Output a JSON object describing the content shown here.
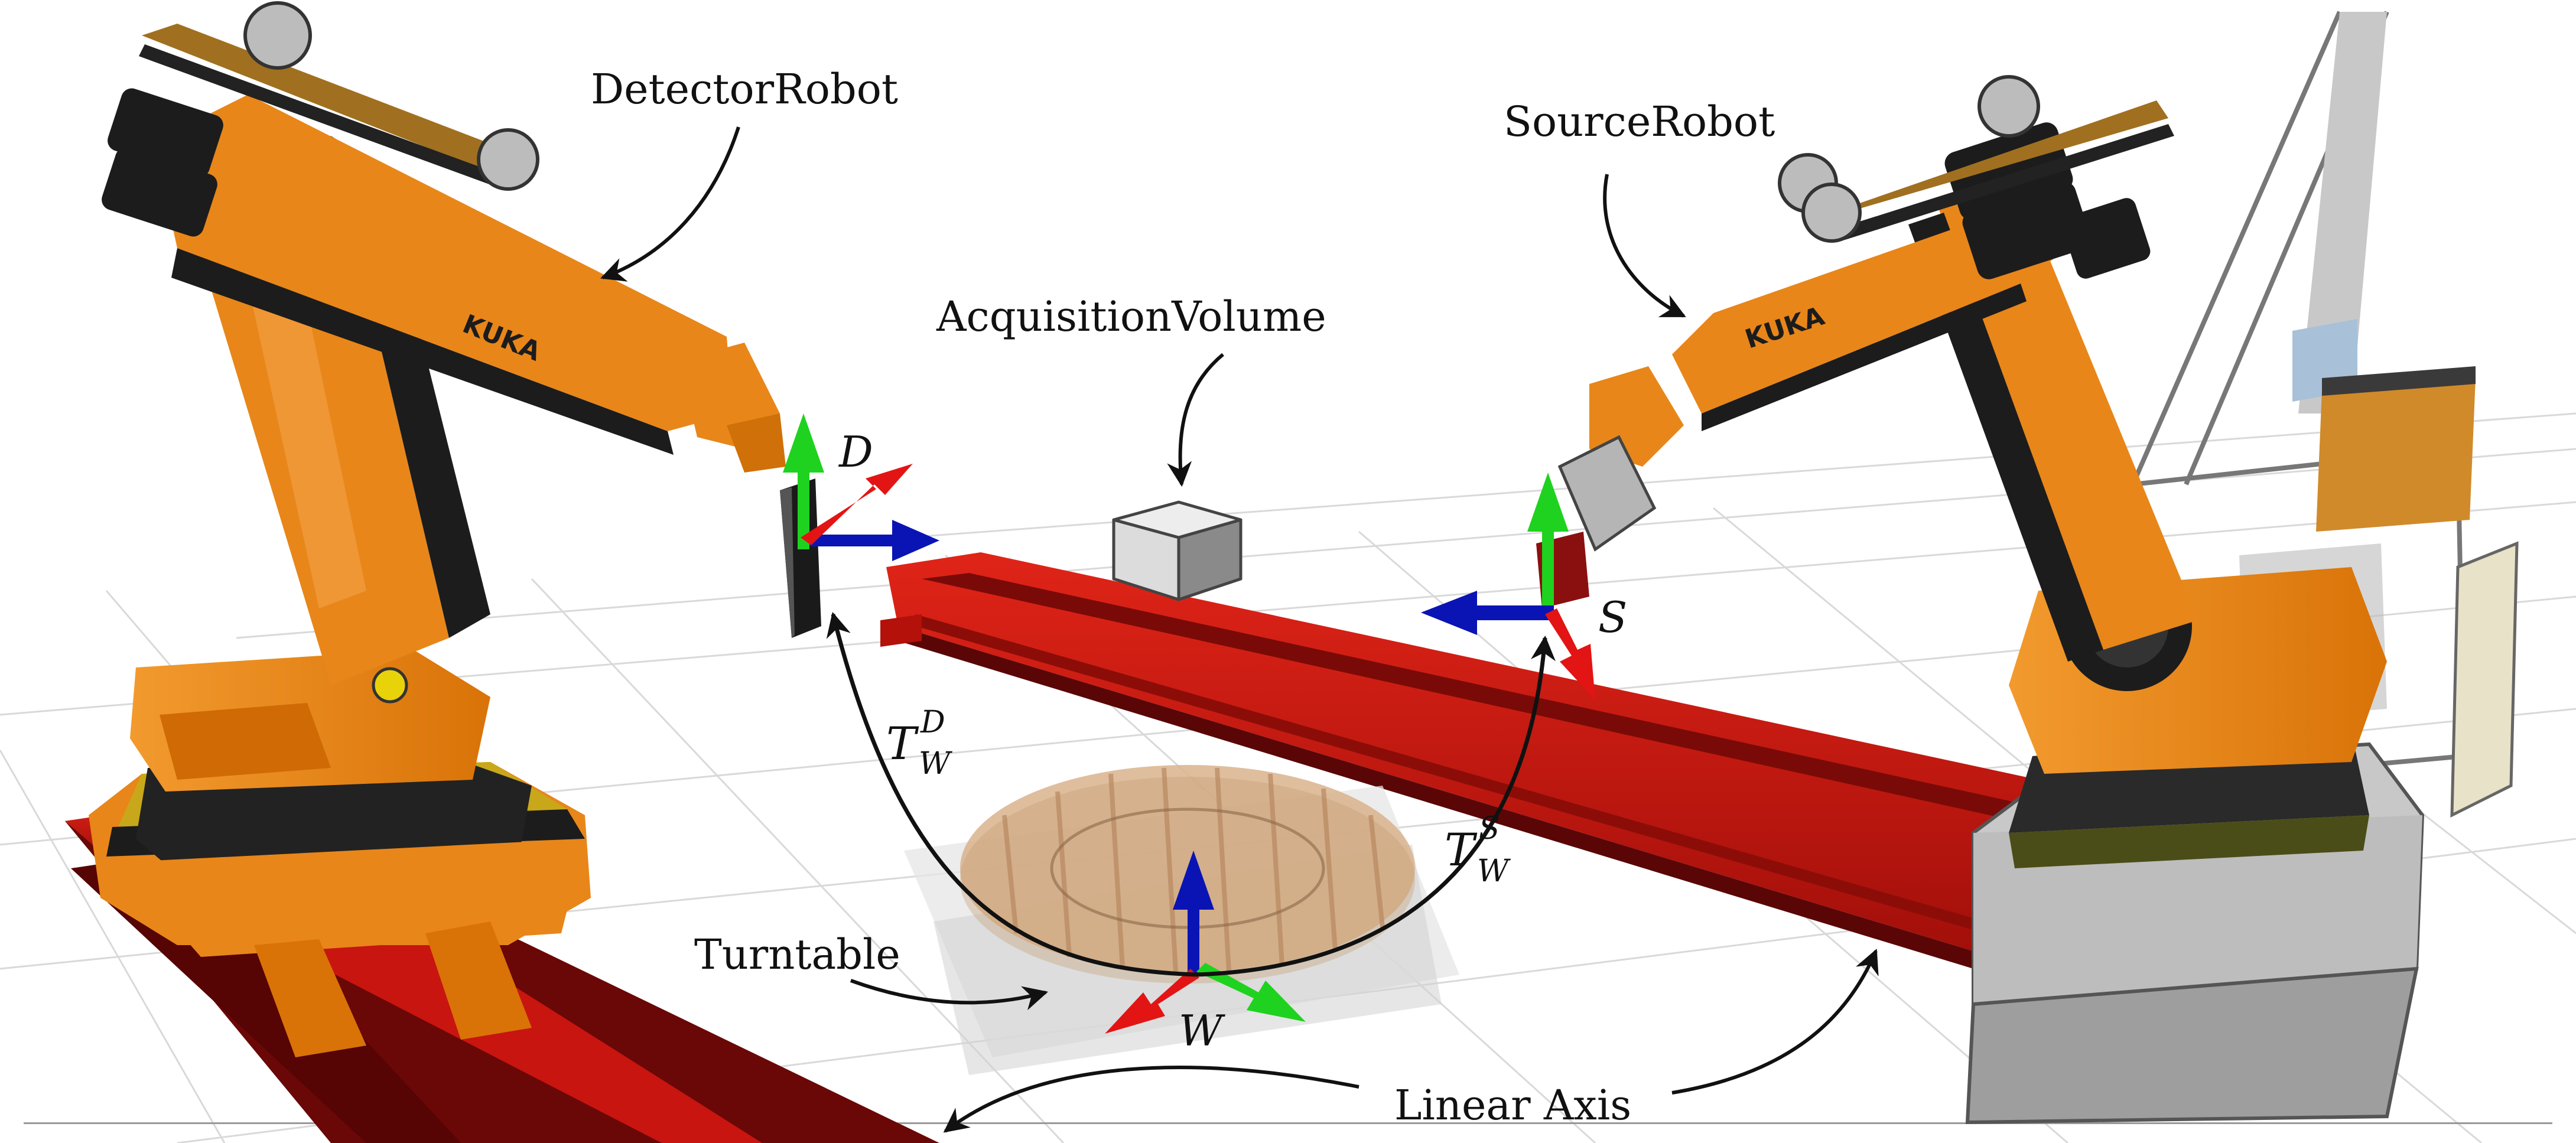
{
  "labels": {
    "detector_robot": "DetectorRobot",
    "source_robot": "SourceRobot",
    "acquisition_volume": "AcquisitionVolume",
    "turntable": "Turntable",
    "linear_axis": "Linear Axis",
    "robot_brand": "KUKA"
  },
  "frames": {
    "detector": "D",
    "source": "S",
    "world": "W",
    "transform_detector": {
      "base": "T",
      "sub": "W",
      "sup": "D"
    },
    "transform_source": {
      "base": "T",
      "sub": "W",
      "sup": "S"
    }
  },
  "colors": {
    "robot_orange": "#e8861a",
    "robot_dark": "#1c1c1c",
    "rail_red": "#c8150f",
    "rail_dark": "#5a0606",
    "axis_x": "#e31414",
    "axis_y": "#1fd21f",
    "axis_z": "#0a14b4",
    "grid": "#d6d6d6",
    "cube": "#e2e2e2"
  }
}
